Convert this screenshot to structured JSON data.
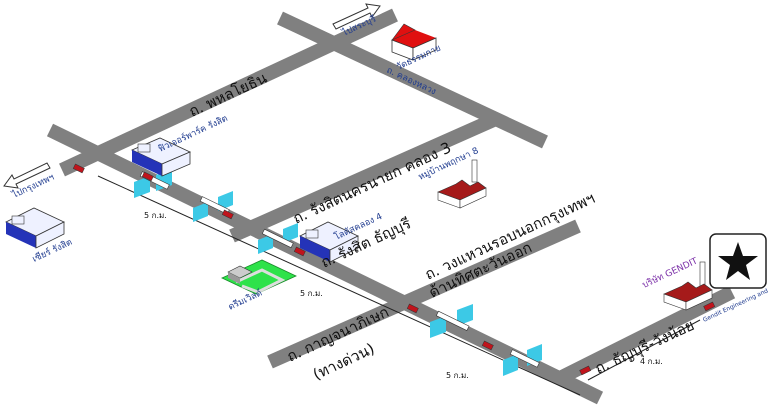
{
  "roads": {
    "phahonyothin": "ถ. พหลโยธิน",
    "rangsit_nakhon_nayok": "ถ. รังสิตนครนายก คลอง 3",
    "rangsit_thanyaburi": "ถ. รังสิต ธัญบุรี",
    "outer_ring": "ถ. วงแหวนรอบนอกกรุงเทพฯ",
    "outer_ring_sub": "ด้านทิศตะวันออก",
    "kanchanaphisek": "ถ. กาญจนาภิเษก",
    "kanchanaphisek_sub": "(ทางด่วน)",
    "thanyaburi_wangnoi": "ถ. ธัญบุรี-วังน้อย",
    "khlong_luang": "ถ. คลองหลวง"
  },
  "places": {
    "to_saraburi": "ไปสระบุรี",
    "to_bangkok": "ไปกรุงเทพฯ",
    "temple": "วัดธรรมกาย",
    "future_park": "ฟิวเจอร์พาร์ค รังสิต",
    "zeer": "เซียร์ รังสิต",
    "lotus": "โลตัสคลอง 4",
    "dreamworld": "ดรีมเวิลด์",
    "village": "หมู่บ้านพฤกษา 8",
    "company": "บริษัท GENDIT",
    "company_en": "Gendit Engineering and Factory"
  },
  "distances": {
    "d1": "5 ก.ม.",
    "d2": "5 ก.ม.",
    "d3": "5 ก.ม.",
    "d4": "4 ก.ม."
  },
  "colors": {
    "road": "#808080",
    "building_top": "#eef1ff",
    "building_side": "#2433b8",
    "bridge": "#3cc9e6",
    "factory": "#a51a1a",
    "park": "#2ee24a",
    "temple_roof": "#e01010"
  }
}
